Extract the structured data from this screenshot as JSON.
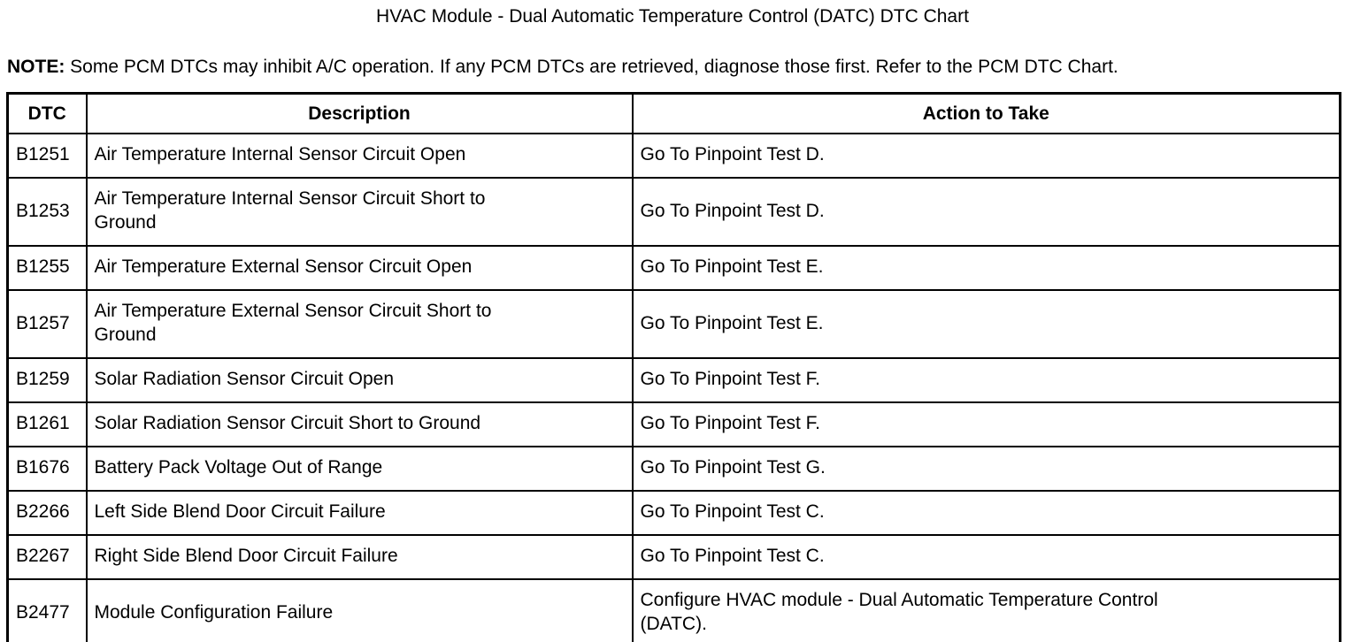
{
  "title": "HVAC Module - Dual Automatic Temperature Control (DATC) DTC Chart",
  "note": {
    "label": "NOTE:",
    "text": " Some PCM DTCs may inhibit A/C operation. If any PCM DTCs are retrieved, diagnose those first. Refer to the PCM DTC Chart."
  },
  "table": {
    "headers": [
      "DTC",
      "Description",
      "Action to Take"
    ],
    "rows": [
      {
        "dtc": "B1251",
        "description": "Air Temperature Internal Sensor Circuit Open",
        "action": "Go To Pinpoint Test D."
      },
      {
        "dtc": "B1253",
        "description": "Air Temperature Internal Sensor Circuit Short to\nGround",
        "action": "Go To Pinpoint Test D."
      },
      {
        "dtc": "B1255",
        "description": "Air Temperature External Sensor Circuit Open",
        "action": "Go To Pinpoint Test E."
      },
      {
        "dtc": "B1257",
        "description": "Air Temperature External Sensor Circuit Short to\nGround",
        "action": "Go To Pinpoint Test E."
      },
      {
        "dtc": "B1259",
        "description": "Solar Radiation Sensor Circuit Open",
        "action": "Go To Pinpoint Test F."
      },
      {
        "dtc": "B1261",
        "description": "Solar Radiation Sensor Circuit Short to Ground",
        "action": "Go To Pinpoint Test F."
      },
      {
        "dtc": "B1676",
        "description": "Battery Pack Voltage Out of Range",
        "action": "Go To Pinpoint Test G."
      },
      {
        "dtc": "B2266",
        "description": "Left Side Blend Door Circuit Failure",
        "action": "Go To Pinpoint Test C."
      },
      {
        "dtc": "B2267",
        "description": "Right Side Blend Door Circuit Failure",
        "action": "Go To Pinpoint Test C."
      },
      {
        "dtc": "B2477",
        "description": "Module Configuration Failure",
        "action": "Configure HVAC module - Dual Automatic Temperature Control\n(DATC)."
      }
    ]
  },
  "colors": {
    "text": "#000000",
    "background": "#ffffff",
    "border": "#000000"
  }
}
